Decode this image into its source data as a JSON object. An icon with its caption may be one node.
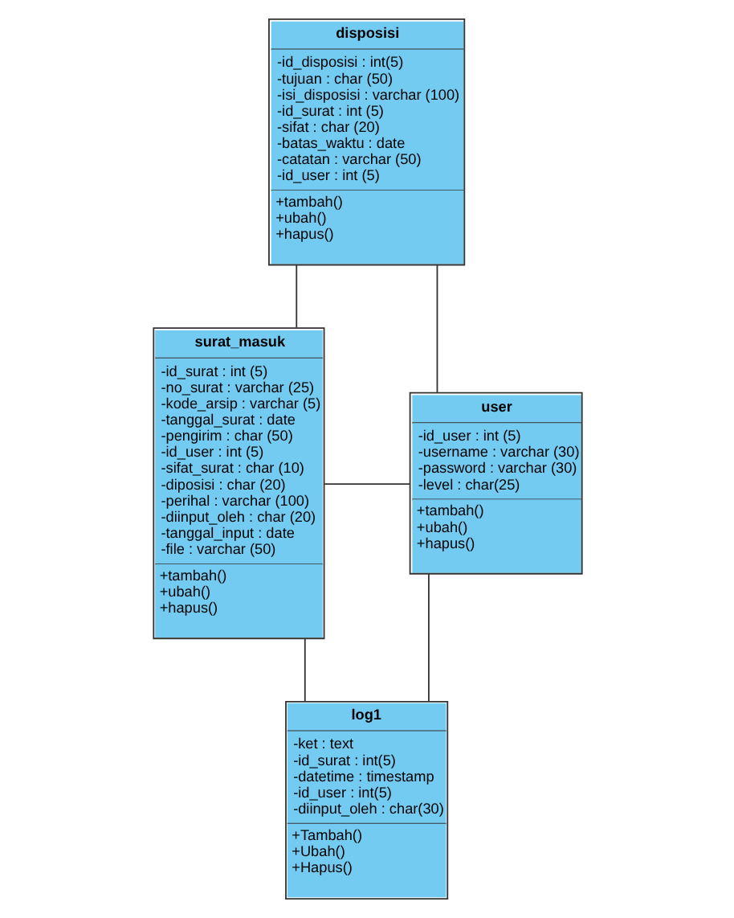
{
  "diagram": {
    "nodes": [
      {
        "text": [
          "disposisi",
          "-id_disposisi : int(5)",
          "-tujuan : char (50)",
          "-isi_disposisi : varchar (100)",
          "-id_surat : int (5)",
          "-sifat : char (20)",
          "-batas_waktu : date",
          "-catatan : varchar (50)",
          "-id_user : int (5)",
          "+tambah()",
          "+ubah()",
          "+hapus()"
        ]
      },
      {
        "text": [
          "surat_masuk",
          "-id_surat : int (5)",
          "-no_surat : varchar (25)",
          "-kode_arsip : varchar (5)",
          "-tanggal_surat : date",
          "-pengirim : char (50)",
          "-id_user : int (5)",
          "-sifat_surat : char (10)",
          "-diposisi : char (20)",
          "-perihal : varchar (100)",
          "-diinput_oleh : char (20)",
          "-tanggal_input : date",
          "-file : varchar (50)",
          "+tambah()",
          "+ubah()",
          "+hapus()"
        ]
      },
      {
        "text": [
          "user",
          "-id_user : int (5)",
          "-username : varchar (30)",
          "-password : varchar (30)",
          "-level : char(25)",
          "+tambah()",
          "+ubah()",
          "+hapus()"
        ]
      },
      {
        "text": [
          "log1",
          "-ket : text",
          "-id_surat : int(5)",
          "-datetime : timestamp",
          "-id_user : int(5)",
          "-diinput_oleh : char(30)",
          "+Tambah()",
          "+Ubah()",
          "+Hapus()"
        ]
      }
    ],
    "edges": [
      {
        "from": 0,
        "to": 1,
        "arrow": "none"
      },
      {
        "from": 0,
        "to": 2,
        "arrow": "none"
      },
      {
        "from": 1,
        "to": 2,
        "arrow": "none"
      },
      {
        "from": 1,
        "to": 3,
        "arrow": "none"
      },
      {
        "from": 2,
        "to": 3,
        "arrow": "none"
      }
    ]
  }
}
